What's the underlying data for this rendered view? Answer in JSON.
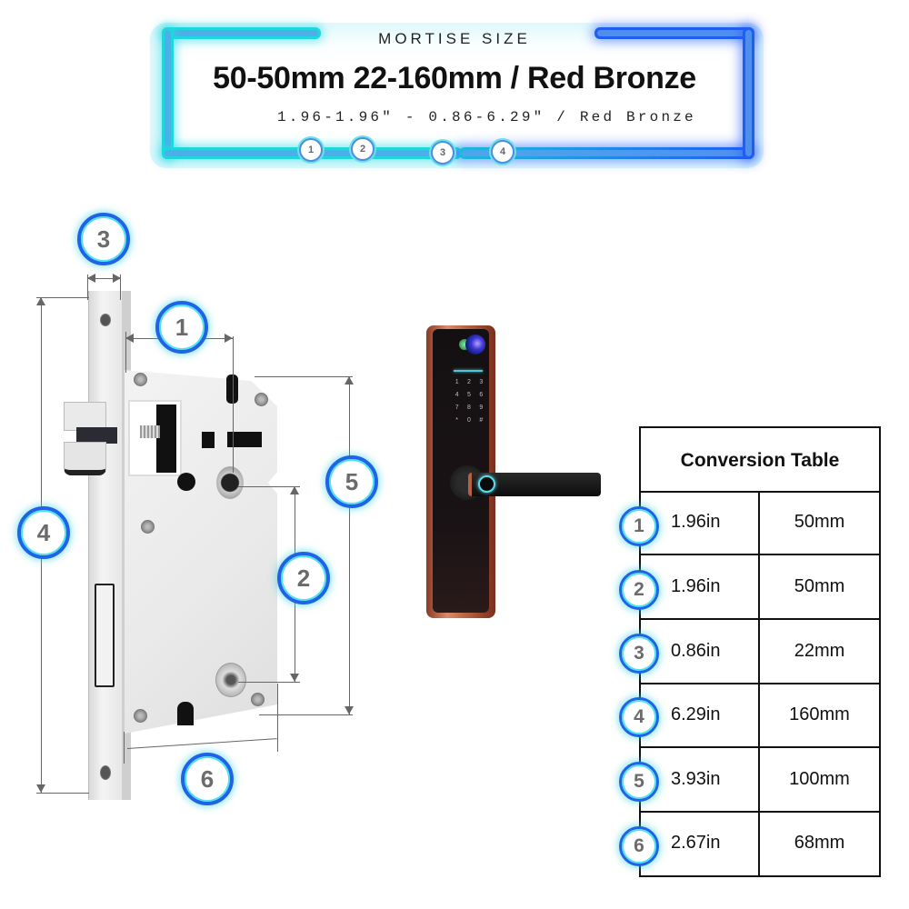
{
  "header": {
    "kicker": "MORTISE SIZE",
    "title": "50-50mm 22-160mm / Red Bronze",
    "subtitle": "1.96-1.96\" - 0.86-6.29\" / Red Bronze",
    "mini_badges": [
      "1",
      "2",
      "3",
      "4"
    ],
    "frame_colors": {
      "left": "#1fd6dd",
      "right": "#1e5ef0"
    }
  },
  "diagram": {
    "badges": [
      {
        "number": "1",
        "dimension": "backset"
      },
      {
        "number": "2",
        "dimension": "center-to-center"
      },
      {
        "number": "3",
        "dimension": "faceplate-width"
      },
      {
        "number": "4",
        "dimension": "faceplate-height"
      },
      {
        "number": "5",
        "dimension": "case-height"
      },
      {
        "number": "6",
        "dimension": "case-depth"
      }
    ],
    "badge_colors": {
      "ring_outer": "#1e63e8",
      "ring_inner": "#4fe3ee",
      "digit": "#6b6b6b"
    }
  },
  "product": {
    "name": "Smart lock",
    "finish": "Red Bronze",
    "keypad": [
      "1",
      "2",
      "3",
      "4",
      "5",
      "6",
      "7",
      "8",
      "9",
      "*",
      "0",
      "#"
    ]
  },
  "conversion_table": {
    "title": "Conversion Table",
    "rows": [
      {
        "number": "1",
        "inches": "1.96in",
        "mm": "50mm"
      },
      {
        "number": "2",
        "inches": "1.96in",
        "mm": "50mm"
      },
      {
        "number": "3",
        "inches": "0.86in",
        "mm": "22mm"
      },
      {
        "number": "4",
        "inches": "6.29in",
        "mm": "160mm"
      },
      {
        "number": "5",
        "inches": "3.93in",
        "mm": "100mm"
      },
      {
        "number": "6",
        "inches": "2.67in",
        "mm": "68mm"
      }
    ]
  }
}
